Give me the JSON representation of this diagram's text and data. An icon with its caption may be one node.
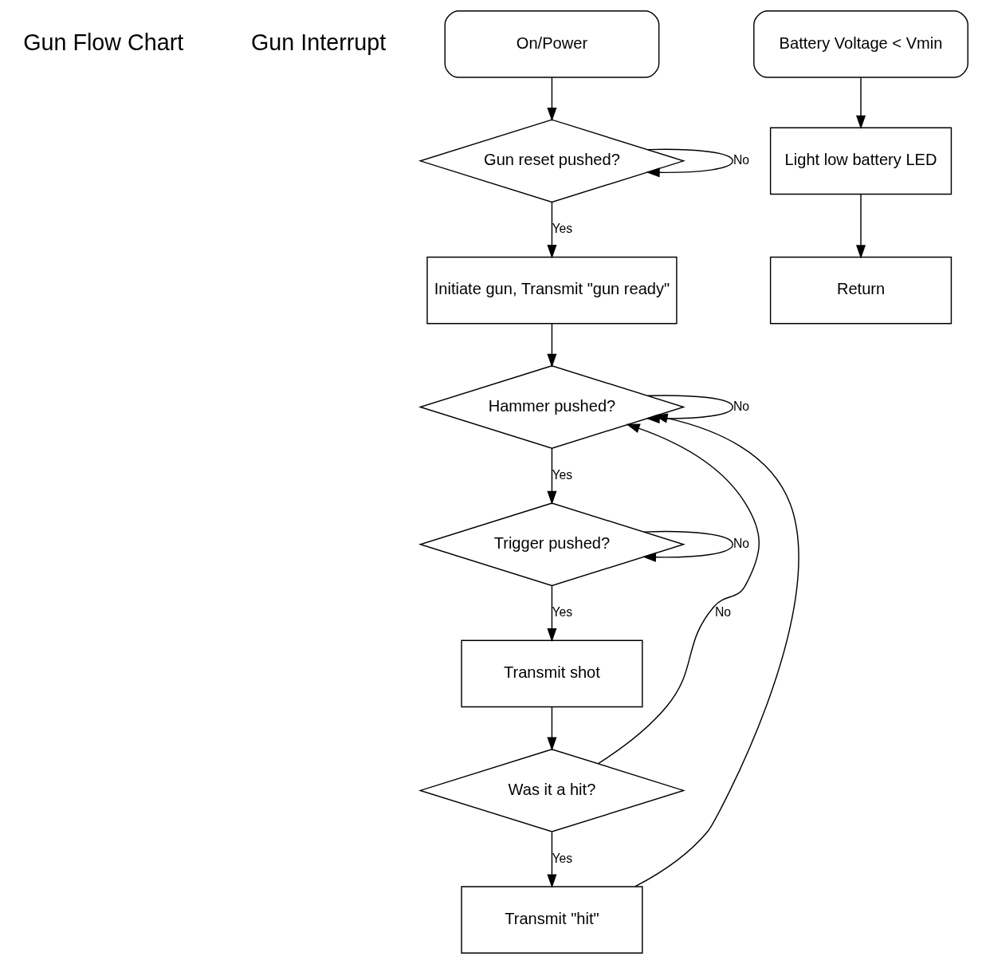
{
  "diagram": {
    "nodes": [
      {
        "text": [
          "On/Power"
        ]
      },
      {
        "text": [
          "Gun reset pushed?"
        ]
      },
      {
        "text": [
          "Initiate gun, Transmit \"gun ready\""
        ]
      },
      {
        "text": [
          "Hammer pushed?"
        ]
      },
      {
        "text": [
          "Trigger pushed?"
        ]
      },
      {
        "text": [
          "Transmit shot"
        ]
      },
      {
        "text": [
          "Was it a hit?"
        ]
      },
      {
        "text": [
          "Transmit \"hit\""
        ]
      },
      {
        "text": [
          "Battery Voltage < Vmin"
        ]
      },
      {
        "text": [
          "Light low battery LED"
        ]
      },
      {
        "text": [
          "Return"
        ]
      }
    ],
    "edges": [
      {
        "from": 0,
        "to": 1,
        "arrow": "to"
      },
      {
        "from": 1,
        "to": 1,
        "arrow": "to",
        "label": "No"
      },
      {
        "from": 1,
        "to": 2,
        "arrow": "to",
        "label": "Yes"
      },
      {
        "from": 2,
        "to": 3,
        "arrow": "to"
      },
      {
        "from": 3,
        "to": 3,
        "arrow": "to",
        "label": "No"
      },
      {
        "from": 3,
        "to": 4,
        "arrow": "to",
        "label": "Yes"
      },
      {
        "from": 4,
        "to": 4,
        "arrow": "to",
        "label": "No"
      },
      {
        "from": 4,
        "to": 5,
        "arrow": "to",
        "label": "Yes"
      },
      {
        "from": 5,
        "to": 6,
        "arrow": "to"
      },
      {
        "from": 6,
        "to": 7,
        "arrow": "to",
        "label": "Yes"
      },
      {
        "from": 7,
        "to": 3,
        "arrow": "to"
      },
      {
        "from": 6,
        "to": 3,
        "arrow": "to",
        "label": "No"
      },
      {
        "from": 8,
        "to": 9,
        "arrow": "to"
      },
      {
        "from": 9,
        "to": 10,
        "arrow": "to"
      }
    ],
    "labels": [
      "Gun Flow Chart",
      "Gun Interrupt"
    ]
  }
}
